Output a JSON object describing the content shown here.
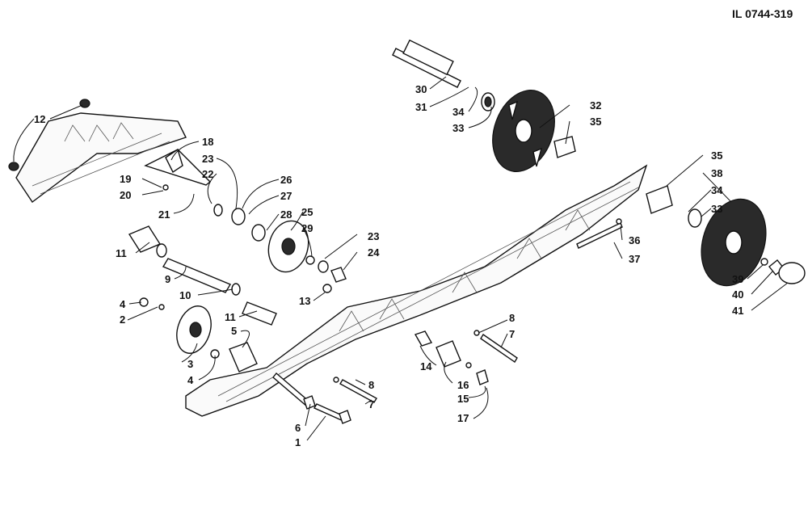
{
  "illustration_id": "IL 0744-319",
  "callouts": [
    {
      "label": "1"
    },
    {
      "label": "2"
    },
    {
      "label": "3"
    },
    {
      "label": "4"
    },
    {
      "label": "4"
    },
    {
      "label": "5"
    },
    {
      "label": "6"
    },
    {
      "label": "7"
    },
    {
      "label": "7"
    },
    {
      "label": "8"
    },
    {
      "label": "8"
    },
    {
      "label": "9"
    },
    {
      "label": "10"
    },
    {
      "label": "11"
    },
    {
      "label": "11"
    },
    {
      "label": "12"
    },
    {
      "label": "13"
    },
    {
      "label": "14"
    },
    {
      "label": "15"
    },
    {
      "label": "16"
    },
    {
      "label": "17"
    },
    {
      "label": "18"
    },
    {
      "label": "19"
    },
    {
      "label": "20"
    },
    {
      "label": "21"
    },
    {
      "label": "22"
    },
    {
      "label": "23"
    },
    {
      "label": "23"
    },
    {
      "label": "24"
    },
    {
      "label": "25"
    },
    {
      "label": "26"
    },
    {
      "label": "27"
    },
    {
      "label": "28"
    },
    {
      "label": "29"
    },
    {
      "label": "30"
    },
    {
      "label": "31"
    },
    {
      "label": "32"
    },
    {
      "label": "33"
    },
    {
      "label": "33"
    },
    {
      "label": "34"
    },
    {
      "label": "34"
    },
    {
      "label": "35"
    },
    {
      "label": "35"
    },
    {
      "label": "36"
    },
    {
      "label": "37"
    },
    {
      "label": "38"
    },
    {
      "label": "39"
    },
    {
      "label": "40"
    },
    {
      "label": "41"
    }
  ]
}
